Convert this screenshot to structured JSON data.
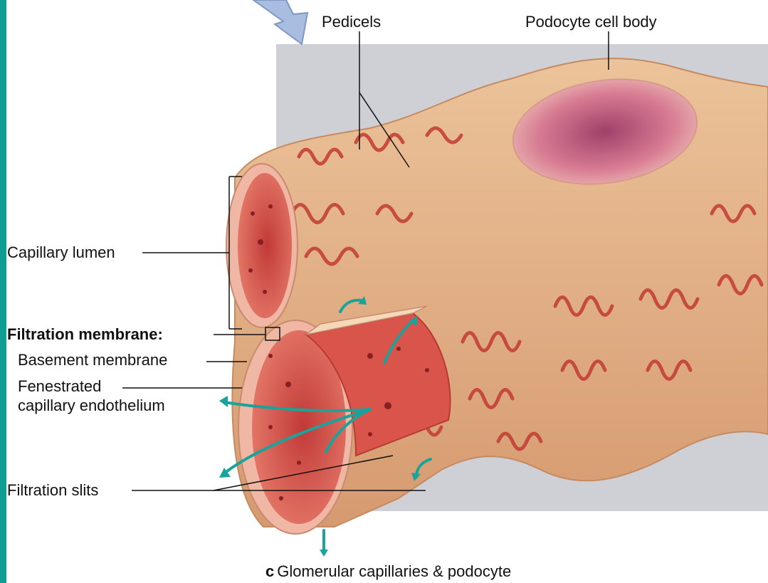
{
  "labels": {
    "pedicels": "Pedicels",
    "podocyte_cell_body": "Podocyte cell body",
    "capillary_lumen": "Capillary lumen",
    "filtration_membrane": "Filtration membrane:",
    "basement_membrane": "Basement membrane",
    "fenestrated_line1": "Fenestrated",
    "fenestrated_line2": "capillary endothelium",
    "filtration_slits": "Filtration slits"
  },
  "caption": {
    "letter": "c",
    "text": "Glomerular capillaries & podocyte"
  },
  "colors": {
    "accent_teal": "#0f9c94",
    "background_panel": "#cfd0d6",
    "tissue": "#e3b48a",
    "capillary_red": "#c9433f",
    "nucleus": "#c55a7a"
  }
}
